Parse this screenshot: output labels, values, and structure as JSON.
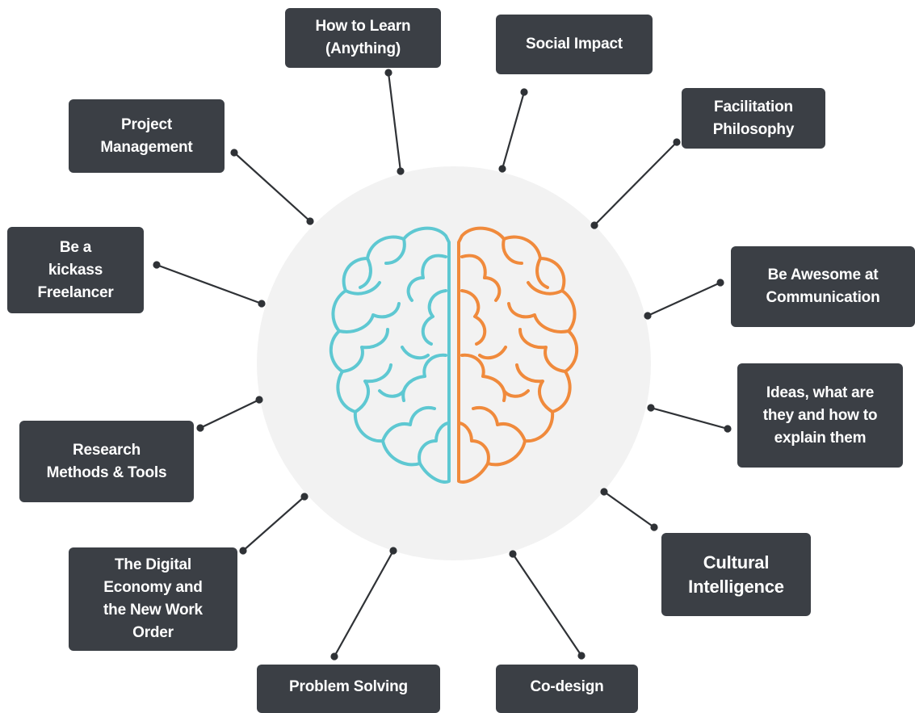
{
  "diagram": {
    "topics": [
      {
        "id": "howto",
        "text": "How to Learn (Anything)"
      },
      {
        "id": "social",
        "text": "Social Impact"
      },
      {
        "id": "project",
        "text": "Project Management"
      },
      {
        "id": "facil",
        "text": "Facilitation Philosophy"
      },
      {
        "id": "free",
        "text": "Be a kickass Freelancer"
      },
      {
        "id": "comm",
        "text": "Be Awesome at Communication"
      },
      {
        "id": "ideas",
        "text": "Ideas, what are they and how to explain them"
      },
      {
        "id": "research",
        "text": "Research Methods & Tools"
      },
      {
        "id": "cultural",
        "text": "Cultural Intelligence"
      },
      {
        "id": "digital",
        "text": "The Digital Economy and the New Work Order"
      },
      {
        "id": "problem",
        "text": "Problem Solving"
      },
      {
        "id": "codesign",
        "text": "Co-design"
      }
    ],
    "colors": {
      "box_fill": "#3b3f45",
      "box_text": "#ffffff",
      "circle_fill": "#f2f2f2",
      "connector": "#2f3236",
      "brain_left": "#5ec8d2",
      "brain_right": "#f08a3c"
    },
    "center_icon": "brain-icon"
  }
}
